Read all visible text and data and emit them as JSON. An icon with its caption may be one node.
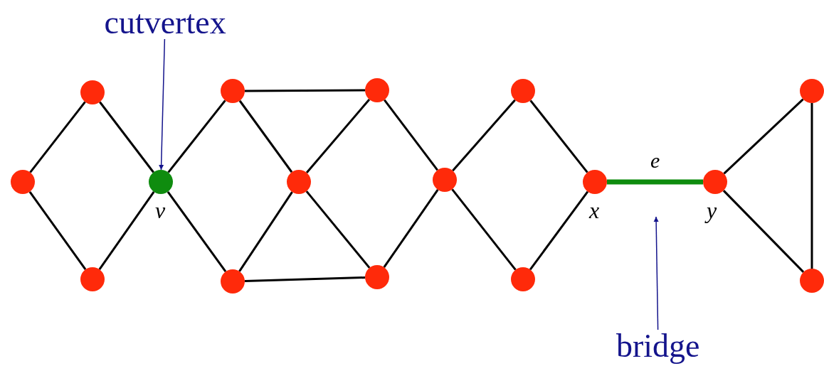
{
  "diagram": {
    "nodes": [
      {
        "text": [],
        "shape": "circle"
      },
      {
        "text": [],
        "shape": "circle"
      },
      {
        "text": [],
        "shape": "circle"
      },
      {
        "text": [],
        "shape": "circle",
        "beside": [
          "v"
        ]
      },
      {
        "text": [],
        "shape": "circle"
      },
      {
        "text": [],
        "shape": "circle"
      },
      {
        "text": [],
        "shape": "circle"
      },
      {
        "text": [],
        "shape": "circle"
      },
      {
        "text": [],
        "shape": "circle"
      },
      {
        "text": [],
        "shape": "circle"
      },
      {
        "text": [],
        "shape": "circle"
      },
      {
        "text": [],
        "shape": "circle"
      },
      {
        "text": [],
        "shape": "circle",
        "beside": [
          "x"
        ]
      },
      {
        "text": [],
        "shape": "circle",
        "beside": [
          "y"
        ]
      },
      {
        "text": [],
        "shape": "circle"
      },
      {
        "text": [],
        "shape": "circle"
      },
      {
        "text": [
          "cutvertex"
        ]
      },
      {
        "text": [
          "bridge"
        ]
      }
    ],
    "edges": [
      {
        "from": 0,
        "to": 1,
        "arrow": "none"
      },
      {
        "from": 0,
        "to": 2,
        "arrow": "none"
      },
      {
        "from": 1,
        "to": 3,
        "arrow": "none"
      },
      {
        "from": 2,
        "to": 3,
        "arrow": "none"
      },
      {
        "from": 3,
        "to": 4,
        "arrow": "none"
      },
      {
        "from": 3,
        "to": 5,
        "arrow": "none"
      },
      {
        "from": 4,
        "to": 7,
        "arrow": "none"
      },
      {
        "from": 4,
        "to": 6,
        "arrow": "none"
      },
      {
        "from": 5,
        "to": 6,
        "arrow": "none"
      },
      {
        "from": 5,
        "to": 8,
        "arrow": "none"
      },
      {
        "from": 6,
        "to": 7,
        "arrow": "none"
      },
      {
        "from": 6,
        "to": 8,
        "arrow": "none"
      },
      {
        "from": 7,
        "to": 9,
        "arrow": "none"
      },
      {
        "from": 8,
        "to": 9,
        "arrow": "none"
      },
      {
        "from": 9,
        "to": 10,
        "arrow": "none"
      },
      {
        "from": 9,
        "to": 11,
        "arrow": "none"
      },
      {
        "from": 10,
        "to": 12,
        "arrow": "none"
      },
      {
        "from": 11,
        "to": 12,
        "arrow": "none"
      },
      {
        "from": 12,
        "to": 13,
        "arrow": "none",
        "label": "e",
        "style": "thick",
        "color": "#0f8c0f"
      },
      {
        "from": 13,
        "to": 14,
        "arrow": "none"
      },
      {
        "from": 13,
        "to": 15,
        "arrow": "none"
      },
      {
        "from": 14,
        "to": 15,
        "arrow": "none"
      },
      {
        "from": 16,
        "to": 3,
        "arrow": "to",
        "color": "#14148c"
      },
      {
        "from": 17,
        "to": null,
        "arrow": "to",
        "color": "#14148c"
      }
    ]
  }
}
